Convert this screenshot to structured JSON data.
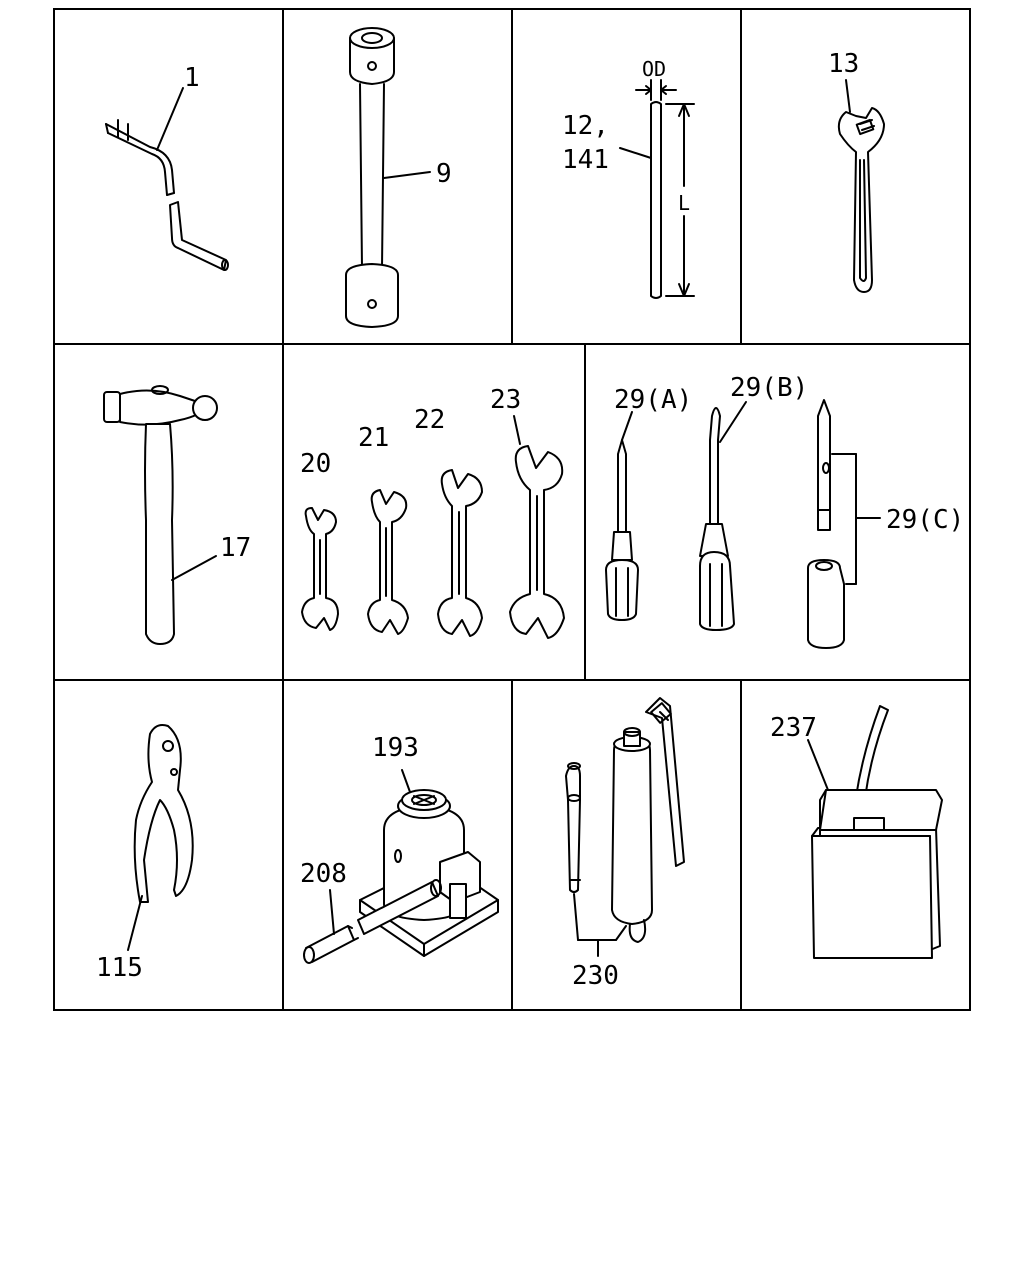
{
  "labels": {
    "p1": "1",
    "p9": "9",
    "od": "OD",
    "p12": "12,",
    "p141": "141",
    "len": "L",
    "p13": "13",
    "p17": "17",
    "p20": "20",
    "p21": "21",
    "p22": "22",
    "p23": "23",
    "p29a": "29(A)",
    "p29b": "29(B)",
    "p29c": "29(C)",
    "p115": "115",
    "p193": "193",
    "p208": "208",
    "p230": "230",
    "p237": "237"
  }
}
